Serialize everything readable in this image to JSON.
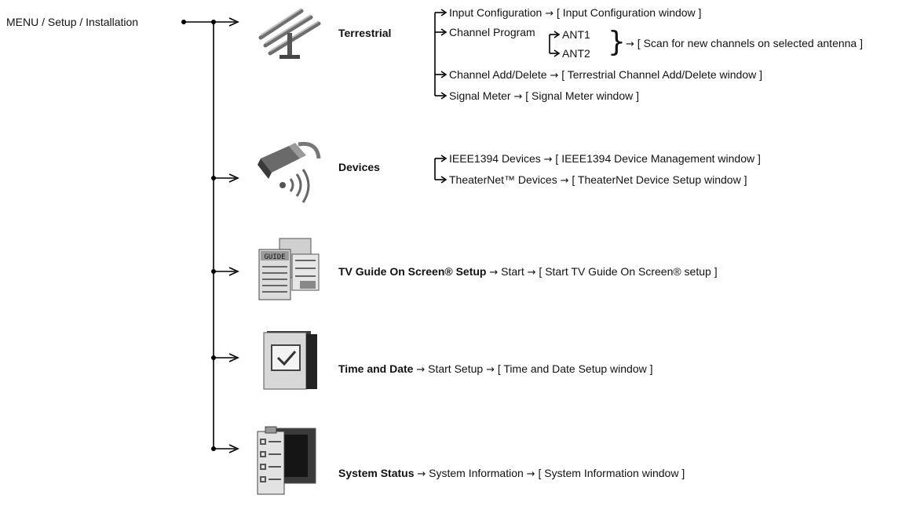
{
  "root": "MENU / Setup / Installation",
  "branches": [
    {
      "id": "terrestrial",
      "title": "Terrestrial",
      "icon": "antenna-icon",
      "items": [
        {
          "label": "Input Configuration",
          "target": "[ Input Configuration window ]"
        },
        {
          "label": "Channel Program",
          "subitems": [
            "ANT1",
            "ANT2"
          ],
          "target": "[ Scan for new channels on selected antenna ]"
        },
        {
          "label": "Channel Add/Delete",
          "target": "[ Terrestrial Channel Add/Delete window ]"
        },
        {
          "label": "Signal Meter",
          "target": "[ Signal Meter window ]"
        }
      ]
    },
    {
      "id": "devices",
      "title": "Devices",
      "icon": "device-connection-icon",
      "items": [
        {
          "label": "IEEE1394 Devices",
          "target": "[ IEEE1394 Device Management window ]"
        },
        {
          "label": "TheaterNet™ Devices",
          "target": "[ TheaterNet Device Setup window ]"
        }
      ]
    },
    {
      "id": "tv-guide",
      "title": "TV Guide On Screen® Setup",
      "icon": "guide-icon",
      "step": "Start",
      "target": "[ Start TV Guide On Screen® setup ]"
    },
    {
      "id": "time-date",
      "title": "Time and Date",
      "icon": "clock-tv-icon",
      "step": "Start Setup",
      "target": "[ Time and Date Setup window ]"
    },
    {
      "id": "system-status",
      "title": "System Status",
      "icon": "system-status-icon",
      "step": "System Information",
      "target": "[ System Information window ]"
    }
  ],
  "arrow": "→",
  "guide_icon_text": "GUIDE"
}
